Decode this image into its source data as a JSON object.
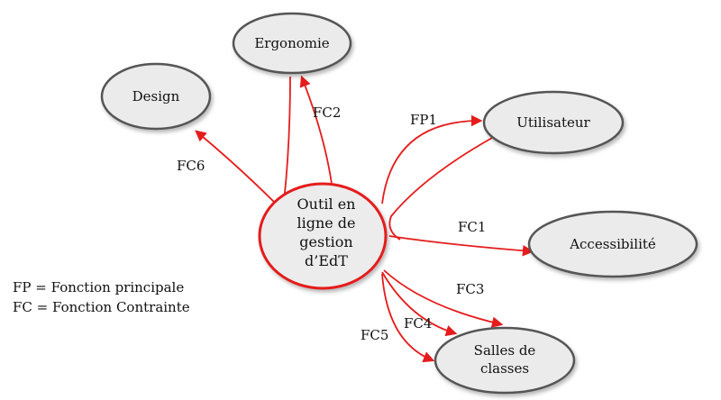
{
  "nodes": {
    "center": {
      "lines": [
        "Outil en",
        "ligne de",
        "gestion",
        "d’EdT"
      ]
    },
    "ergonomie": {
      "label": "Ergonomie"
    },
    "design": {
      "label": "Design"
    },
    "utilisateur": {
      "label": "Utilisateur"
    },
    "accessibilite": {
      "label": "Accessibilité"
    },
    "salles": {
      "lines": [
        "Salles de",
        "classes"
      ]
    }
  },
  "edges": {
    "fp1": "FP1",
    "fc1": "FC1",
    "fc2": "FC2",
    "fc3": "FC3",
    "fc4": "FC4",
    "fc5": "FC5",
    "fc6": "FC6"
  },
  "legend": {
    "fp": "FP = Fonction principale",
    "fc": "FC = Fonction Contrainte"
  },
  "colors": {
    "arrow": "#e51c1c",
    "center_stroke": "#e51c1c",
    "node_stroke": "#555555",
    "node_fill": "#ebebeb",
    "center_fill": "#ececec"
  }
}
